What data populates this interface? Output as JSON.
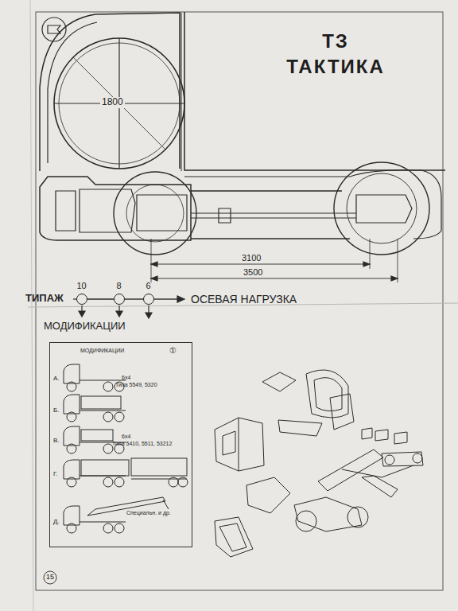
{
  "diagram": {
    "title": "ТЗ ТАКТИКА",
    "nodes": [
      {
        "text": [
          "10"
        ]
      },
      {
        "text": [
          "8"
        ]
      },
      {
        "text": [
          "6"
        ]
      },
      {
        "text": [
          "МОДИФИКАЦИИ",
          "①",
          "А.",
          "6х4",
          "Типа 5549, 5320",
          "Б.",
          "В.",
          "6х4",
          "Типа 5410, 5511, 53212",
          "Г.",
          "Д.",
          "Специальн. и др."
        ]
      }
    ],
    "edges": [
      {
        "from": 0,
        "to": 1,
        "arrow": "none"
      },
      {
        "from": 1,
        "to": 2,
        "arrow": "none"
      }
    ],
    "labels": [
      "1800",
      "3100",
      "3500",
      "ТИПАЖ",
      "ОСЕВАЯ НАГРУЗКА",
      "МОДИФИКАЦИИ",
      "15"
    ]
  }
}
